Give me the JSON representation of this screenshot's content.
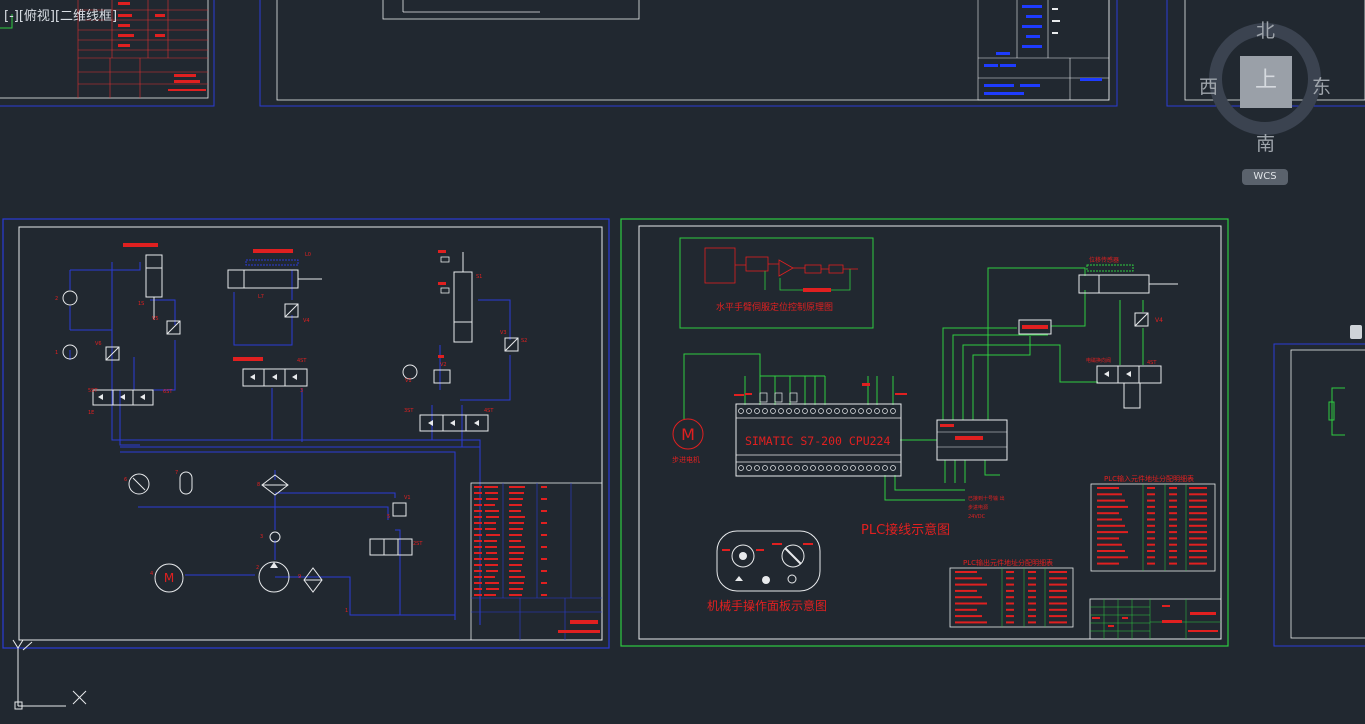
{
  "viewport": {
    "label": "[-][俯视][二维线框]"
  },
  "view_cube": {
    "north": "北",
    "south": "南",
    "east": "东",
    "west": "西",
    "top": "上",
    "wcs": "WCS"
  },
  "left_sheet": {
    "labels": [
      "1S",
      "2S",
      "5ST",
      "6ST",
      "1E",
      "1S",
      "L7",
      "V4",
      "4ST",
      "3ST",
      "V6",
      "V3",
      "3ST",
      "4ST",
      "V1",
      "V5",
      "V4",
      "L0",
      "S1",
      "P",
      "M",
      "1",
      "2",
      "3",
      "4",
      "5"
    ]
  },
  "right_sheet": {
    "plc_label": "SIMATIC S7-200 CPU224",
    "motor_label": "M",
    "motor_caption": "步进电机",
    "control_caption": "水平手臂伺服定位控制原理图",
    "plc_caption": "PLC接线示意图",
    "panel_caption": "机械手操作面板示意图",
    "input_table_title": "PLC输入元件地址分配明细表",
    "output_table_title": "PLC输出元件地址分配明细表",
    "servo_label": "位移传感器",
    "v4_label": "V4",
    "dc_label": "24VDC"
  }
}
